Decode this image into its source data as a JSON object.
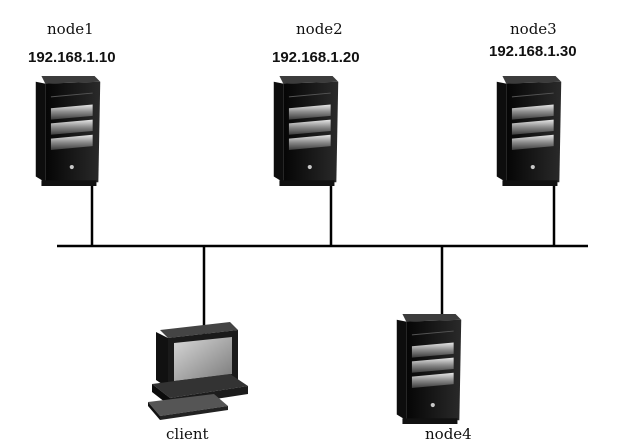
{
  "diagram": {
    "nodes": [
      {
        "id": "node1",
        "name": "node1",
        "ip": "192.168.1.10",
        "kind": "server-tower"
      },
      {
        "id": "node2",
        "name": "node2",
        "ip": "192.168.1.20",
        "kind": "server-tower"
      },
      {
        "id": "node3",
        "name": "node3",
        "ip": "192.168.1.30",
        "kind": "server-tower"
      },
      {
        "id": "client",
        "name": "client",
        "ip": "",
        "kind": "desktop-computer"
      },
      {
        "id": "node4",
        "name": "node4",
        "ip": "",
        "kind": "server-tower"
      }
    ],
    "network": {
      "kind": "bus",
      "connected": [
        "node1",
        "node2",
        "node3",
        "client",
        "node4"
      ]
    },
    "colors": {
      "line": "#000000",
      "server_body": "#1b1b1b",
      "server_highlight": "#9a9a9a"
    }
  }
}
